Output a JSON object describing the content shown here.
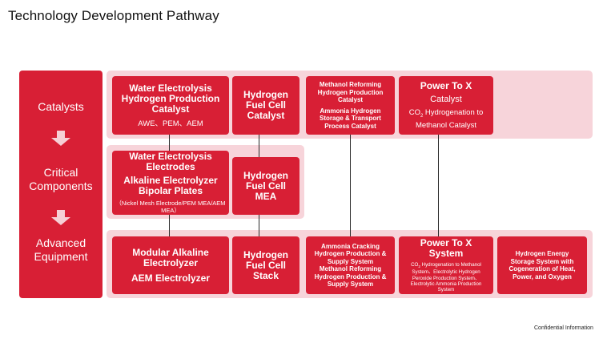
{
  "title": "Technology Development Pathway",
  "footer": "Confidential Information",
  "stages": {
    "catalysts": "Catalysts",
    "critical_components": "Critical Components",
    "advanced_equipment": "Advanced Equipment"
  },
  "catalysts_row": {
    "water_electrolysis_catalyst": {
      "title": "Water Electrolysis Hydrogen Production Catalyst",
      "subtitle": "AWE、PEM、AEM"
    },
    "fuel_cell_catalyst": {
      "title": "Hydrogen Fuel Cell Catalyst"
    },
    "methanol_ammonia_catalyst": {
      "line1": "Methanol Reforming Hydrogen Production Catalyst",
      "line2": "Ammonia Hydrogen Storage & Transport Process Catalyst"
    },
    "power_to_x_catalyst": {
      "title": "Power To X",
      "subtitle": "Catalyst",
      "detail_prefix": "CO",
      "detail_sub": "2",
      "detail_suffix": " Hydrogenation to Methanol Catalyst"
    }
  },
  "components_row": {
    "electrodes": {
      "title": "Water Electrolysis Electrodes",
      "subtitle": "Alkaline Electrolyzer Bipolar Plates",
      "detail": "（Nickel Mesh Electrode/PEM MEA/AEM MEA）"
    },
    "fuel_cell_mea": {
      "title": "Hydrogen Fuel Cell MEA"
    }
  },
  "equipment_row": {
    "electrolyzer": {
      "title": "Modular Alkaline Electrolyzer",
      "subtitle": "AEM Electrolyzer"
    },
    "fuel_cell_stack": {
      "title": "Hydrogen Fuel Cell Stack"
    },
    "ammonia_methanol_systems": {
      "line1": "Ammonia Cracking Hydrogen Production & Supply System",
      "line2": "Methanol Reforming Hydrogen Production & Supply System"
    },
    "power_to_x_system": {
      "title": "Power To X System",
      "detail_prefix": "CO",
      "detail_sub": "2",
      "detail_suffix": " Hydrogenation to Methanol System、Electrolytic Hydrogen Peroxide Production System、Electrolytic Ammonia Production System"
    },
    "energy_storage": {
      "title": "Hydrogen Energy Storage System with Cogeneration of Heat, Power, and Oxygen"
    }
  },
  "colors": {
    "primary_red": "#d81f35",
    "band_pink": "#f7d4da",
    "arrow_pink": "#f6cfd5"
  }
}
